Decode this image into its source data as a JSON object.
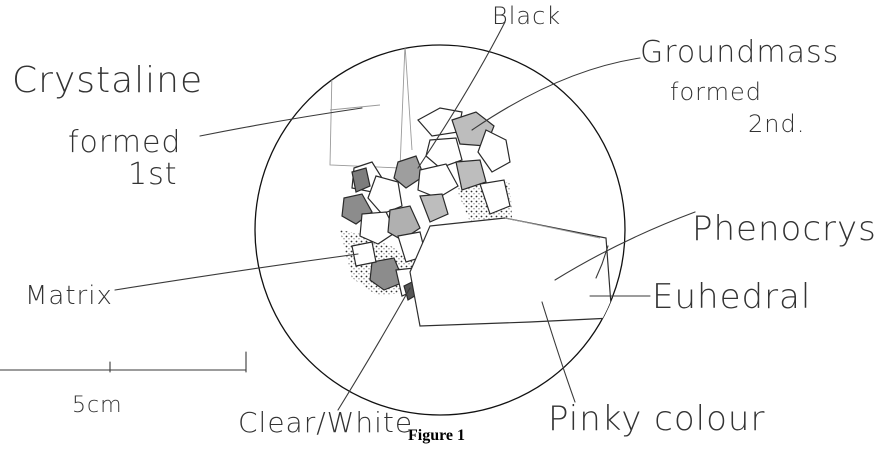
{
  "labels": {
    "black": "Black",
    "groundmass_line1": "Groundmass",
    "groundmass_line2": "formed",
    "groundmass_line3": "2nd.",
    "crystaline": "Crystaline",
    "formed_first_line1": "formed",
    "formed_first_line2": "1st",
    "phenocryst": "Phenocryst",
    "euhedral": "Euhedral",
    "matrix": "Matrix",
    "pinky_colour": "Pinky colour",
    "clear_white": "Clear/White",
    "scale": "5cm"
  },
  "caption": "Figure 1"
}
